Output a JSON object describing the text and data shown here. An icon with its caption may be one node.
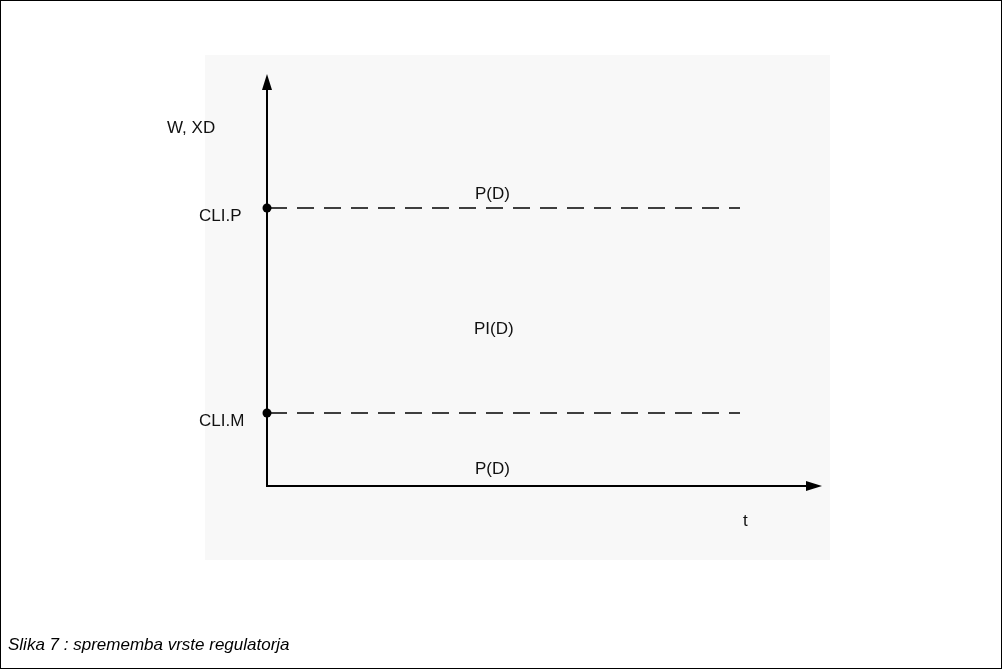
{
  "diagram": {
    "caption": "Slika 7 : sprememba vrste regulatorja",
    "labels": [
      "W, XD",
      "CLI.P",
      "P(D)",
      "PI(D)",
      "CLI.M",
      "P(D)",
      "t"
    ]
  }
}
